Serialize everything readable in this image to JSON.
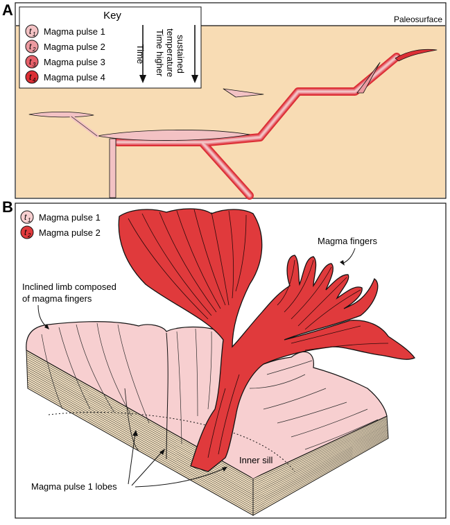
{
  "panel_a": {
    "letter": "A",
    "paleosurface_label": "Paleosurface",
    "key": {
      "title": "Key",
      "items": [
        {
          "symbol": "t",
          "sub": "1",
          "label": "Magma pulse 1",
          "color": "#f3c2c4"
        },
        {
          "symbol": "t",
          "sub": "2",
          "label": "Magma pulse 2",
          "color": "#ec9aa0"
        },
        {
          "symbol": "t",
          "sub": "3",
          "label": "Magma pulse 3",
          "color": "#e6606a"
        },
        {
          "symbol": "t",
          "sub": "4",
          "label": "Magma pulse 4",
          "color": "#dc2f35"
        }
      ],
      "time_label": "Time",
      "temp_label_lines": [
        "Time higher",
        "temperature",
        "sustained"
      ]
    }
  },
  "panel_b": {
    "letter": "B",
    "key": {
      "items": [
        {
          "symbol": "t",
          "sub": "1",
          "label": "Magma pulse 1",
          "color": "#f7cfd0"
        },
        {
          "symbol": "t",
          "sub": "2",
          "label": "Magma pulse 2",
          "color": "#e03a3c"
        }
      ]
    },
    "annotations": {
      "magma_fingers": "Magma fingers",
      "inclined_limb_lines": [
        "Inclined limb composed",
        "of magma fingers"
      ],
      "inner_sill": "Inner sill",
      "pulse1_lobes": "Magma pulse 1 lobes"
    }
  },
  "colors": {
    "host_rock": "#f8dcb4",
    "strata_face": "#f6e3c2",
    "pulse1": "#f7cfd0",
    "pulse2": "#e03a3c",
    "outline": "#1a1a1a"
  }
}
